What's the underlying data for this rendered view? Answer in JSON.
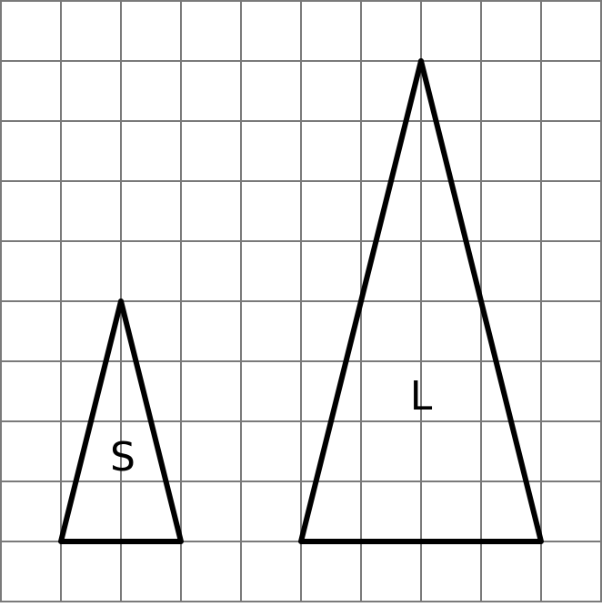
{
  "colors": {
    "background": "#ffffff",
    "grid": "#7a7a7a",
    "shape_stroke": "#000000"
  },
  "grid": {
    "columns": 10,
    "rows": 10
  },
  "shapes": [
    {
      "id": "S",
      "label": "S",
      "vertices": [
        [
          1,
          9
        ],
        [
          3,
          9
        ],
        [
          2,
          5
        ]
      ]
    },
    {
      "id": "L",
      "label": "L",
      "vertices": [
        [
          5,
          9
        ],
        [
          9,
          9
        ],
        [
          7,
          1
        ]
      ]
    }
  ]
}
